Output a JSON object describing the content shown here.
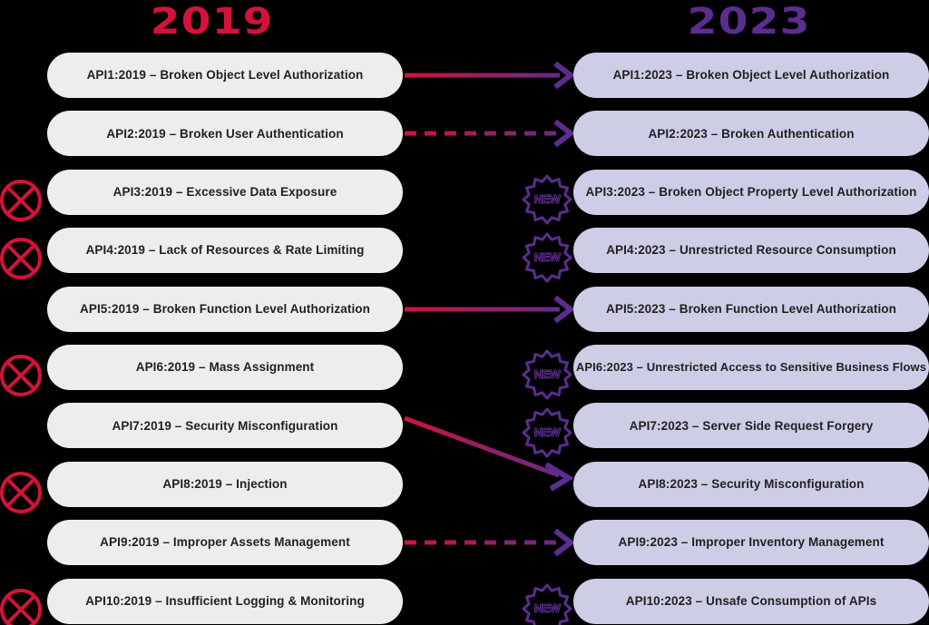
{
  "headings": {
    "left_year": "2019",
    "right_year": "2023",
    "left_color": "#D4123A",
    "right_color": "#5B2D8E"
  },
  "colors": {
    "crimson": "#D4123A",
    "purple": "#5B2D8E",
    "pill_left_bg": "#EDEDED",
    "pill_right_bg": "#CDCDE6",
    "pill_text": "#231f20",
    "background": "#000000"
  },
  "icons": {
    "removed": "circle-x-icon",
    "new": "new-starburst-badge-icon",
    "arrow_solid": "arrow-right-solid-icon",
    "arrow_dashed": "arrow-right-dashed-icon",
    "arrow_diagonal": "arrow-diagonal-down-right-icon"
  },
  "badge_label": "NEW",
  "rows": [
    {
      "left": "API1:2019 – Broken Object Level Authorization",
      "right": "API1:2023 – Broken Object Level Authorization",
      "removed": false,
      "is_new": false,
      "connector": "solid"
    },
    {
      "left": "API2:2019 – Broken User Authentication",
      "right": "API2:2023 – Broken Authentication",
      "removed": false,
      "is_new": false,
      "connector": "dashed"
    },
    {
      "left": "API3:2019 – Excessive Data Exposure",
      "right": "API3:2023 – Broken Object Property Level Authorization",
      "removed": true,
      "is_new": true,
      "connector": "none"
    },
    {
      "left": "API4:2019 – Lack of Resources & Rate Limiting",
      "right": "API4:2023 – Unrestricted Resource Consumption",
      "removed": true,
      "is_new": true,
      "connector": "none"
    },
    {
      "left": "API5:2019 – Broken Function Level Authorization",
      "right": "API5:2023 – Broken Function Level Authorization",
      "removed": false,
      "is_new": false,
      "connector": "solid"
    },
    {
      "left": "API6:2019 – Mass Assignment",
      "right": "API6:2023 – Unrestricted Access to Sensitive Business Flows",
      "removed": true,
      "is_new": true,
      "connector": "none"
    },
    {
      "left": "API7:2019 – Security Misconfiguration",
      "right": "API7:2023 – Server Side Request Forgery",
      "removed": false,
      "is_new": true,
      "connector": "diagonal"
    },
    {
      "left": "API8:2019 – Injection",
      "right": "API8:2023 – Security Misconfiguration",
      "removed": true,
      "is_new": false,
      "connector": "none"
    },
    {
      "left": "API9:2019 – Improper Assets Management",
      "right": "API9:2023 – Improper Inventory Management",
      "removed": false,
      "is_new": false,
      "connector": "dashed"
    },
    {
      "left": "API10:2019 – Insufficient Logging & Monitoring",
      "right": "API10:2023 – Unsafe Consumption of APIs",
      "removed": true,
      "is_new": true,
      "connector": "none"
    }
  ]
}
